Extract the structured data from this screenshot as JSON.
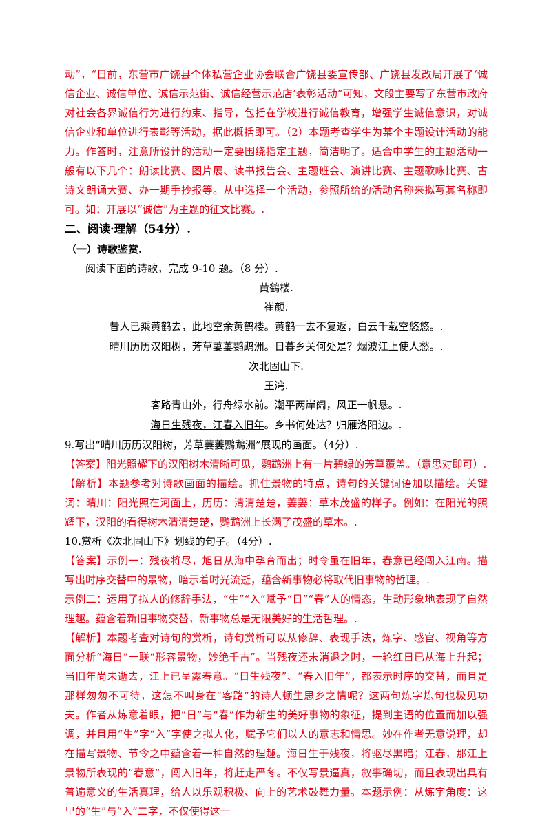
{
  "analysis_cont": "动”，“日前，东营市广饶县个体私营企业协会联合广饶县委宣传部、广饶县发改局开展了‘诚信企业、诚信单位、诚信示范街、诚信经营示范店’表彰活动”可知，文段主要写了东营市政府对社会各界诚信行为进行约束、指导，包括在学校进行诚信教育，增强学生诚信意识，对诚信企业和单位进行表彰等活动，据此概括即可。（2）本题考查学生为某个主题设计活动的能力。作答时，注意所设计的活动一定要围绕指定主题，简洁明了。适合中学生的主题活动一般有以下几个：朗读比赛、图片展、读书报告会、主题班会、演讲比赛、主题歌咏比赛、古诗文朗诵大赛、办一期手抄报等。从中选择一个活动，参照所给的活动名称来拟写其名称即可。如：开展以“诚信”为主题的征文比赛。.",
  "section2": "二、阅读·理解（54分）.",
  "section2_1": "（一）诗歌鉴赏.",
  "intro": "阅读下面的诗歌，完成 9-10 题。（8 分）.",
  "poem1": {
    "title": "黄鹤楼.",
    "author": "崔颜.",
    "line1": "昔人已乘黄鹤去，此地空余黄鹤楼。黄鹤一去不复返，白云千载空悠悠。.",
    "line2": "晴川历历汉阳树，芳草萋萋鹦鹉洲。日暮乡关何处是？烟波江上使人愁。."
  },
  "poem2": {
    "title": "次北固山下.",
    "author": "王湾.",
    "line1": "客路青山外，行舟绿水前。潮平两岸阔，风正一帆悬。.",
    "line2_underlined": "海日生残夜，江春入旧年",
    "line2_rest": "。乡书何处达？归雁洛阳边。."
  },
  "q9": {
    "question": "9.写出“晴川历历汉阳树，芳草萋萋鹦鹉洲”展现的画面。（4分）.",
    "answer_tag": "【答案】",
    "answer": "阳光照耀下的汉阳树木清晰可见，鹦鹉洲上有一片碧绿的芳草覆盖。（意思对即可）.",
    "analysis_tag": "【解析】",
    "analysis": "本题参考对诗歌画面的描绘。抓住景物的特点，诗句的关键词语加以描绘。关键词：晴川：阳光照在河面上，历历：清清楚楚，萋萋：草木茂盛的样子。例如：在阳光的照耀下，汉阳的看得树木清清楚楚，鹦鹉洲上长满了茂盛的草木。."
  },
  "q10": {
    "question": "10.赏析《次北固山下》划线的句子。（4分）.",
    "answer_tag": "【答案】",
    "answer1": "示例一：残夜将尽，旭日从海中孕育而出；时令虽在旧年，春意已经闯入江南。描写出时序交替中的景物，暗示着时光流逝，蕴含新事物必将取代旧事物的哲理。.",
    "answer2": "示例二：运用了拟人的修辞手法，“生”“入”赋予“日”“春”人的情态，生动形象地表现了自然理趣。蕴含着新旧事物交替，新事物总是无限美好的生活哲理。.",
    "analysis_tag": "【解析】",
    "analysis": "本题考查对诗句的赏析，诗句赏析可以从修辞、表现手法，炼字、感官、视角等方面分析“海日”一联“形容景物，妙绝千古”。当残夜还未消退之时，一轮红日已从海上升起；当旧年尚未逝去，江上已呈露春意。“日生残夜”、“春入旧年”，都表示时序的交替，而且是那样匆匆不可待，这怎不叫身在“客路”的诗人顿生思乡之情呢？这两句炼字炼句也极见功夫。作者从炼意着眼，把“日”与“春”作为新生的美好事物的象征，提到主语的位置而加以强调，并且用“生”字“入”字使之拟人化，赋予它们以人的意志和情思。妙在作者无意说理，却在描写景物、节令之中蕴含着一种自然的理趣。海日生于残夜，将驱尽黑暗；江春，那江上景物所表现的“春意”，闯入旧年，将赶走严冬。不仅写景逼真，叙事确切，而且表现出具有普遍意义的生活真理，给人以乐观积极、向上的艺术鼓舞力量。本题示例：从炼字角度：这里的“生”与“入”二字，不仅使得这一"
  }
}
